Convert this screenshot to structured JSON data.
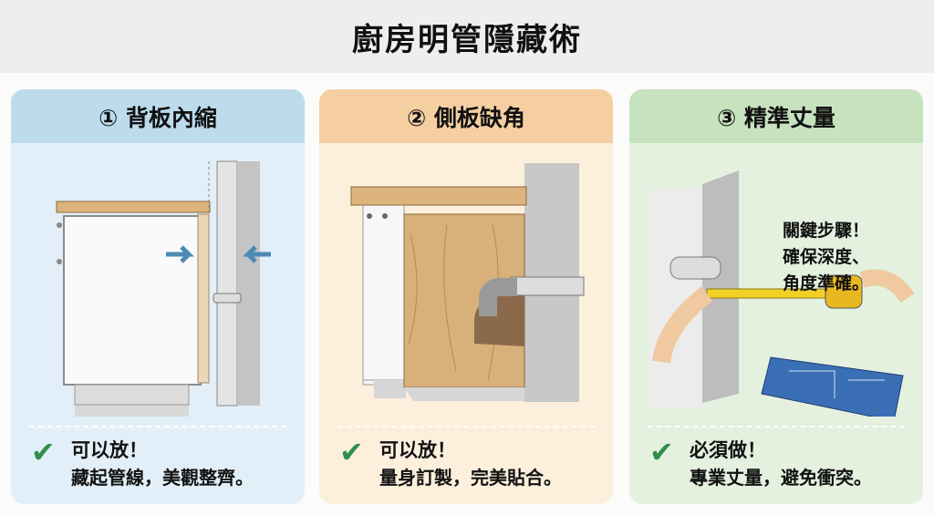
{
  "title": "廚房明管隱藏術",
  "panels": [
    {
      "header": "① 背板內縮",
      "status": "可以放！",
      "desc": "藏起管線，美觀整齊。",
      "colors": {
        "header": "#bcdcee",
        "body": "#e2eff8"
      }
    },
    {
      "header": "② 側板缺角",
      "status": "可以放！",
      "desc": "量身訂製，完美貼合。",
      "colors": {
        "header": "#f5cfa2",
        "body": "#fcefdc"
      }
    },
    {
      "header": "③ 精準丈量",
      "status": "必須做！",
      "desc": "專業丈量，避免衝突。",
      "note": [
        "關鍵步驟！",
        "確保深度、",
        "角度準確。"
      ],
      "colors": {
        "header": "#c7e2bf",
        "body": "#e5f1df"
      }
    }
  ],
  "icons": {
    "check": "✔"
  }
}
